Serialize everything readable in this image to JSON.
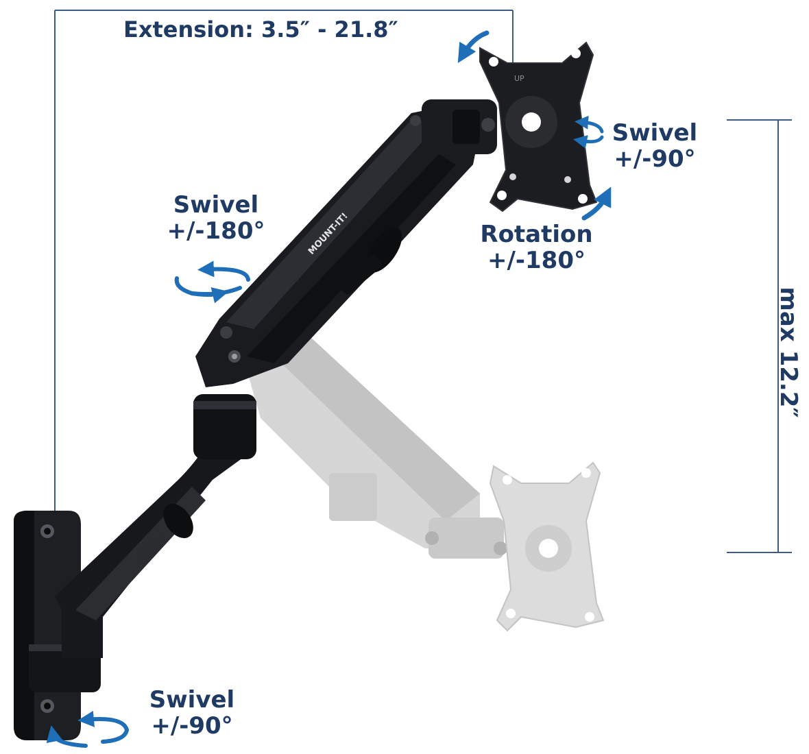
{
  "colors": {
    "text": "#1f3a63",
    "arrow": "#1e6fb8",
    "dimension_line": "#3d5a80",
    "arm": "#17181b",
    "ghost_arm": "#cfcfcf"
  },
  "dimensions": {
    "extension": "Extension: 3.5″ - 21.8″",
    "height": "max 12.2″"
  },
  "labels": {
    "monitor_swivel": {
      "line1": "Swivel",
      "line2": "+/-90°"
    },
    "rotation": {
      "line1": "Rotation",
      "line2": "+/-180°"
    },
    "arm_swivel": {
      "line1": "Swivel",
      "line2": "+/-180°"
    },
    "base_swivel": {
      "line1": "Swivel",
      "line2": "+/-90°"
    }
  },
  "branding": {
    "logo_text": "MOUNT-IT!",
    "vesa_up": "UP"
  },
  "icons": [
    "rotate-arrow-icon",
    "swivel-arrow-icon"
  ]
}
